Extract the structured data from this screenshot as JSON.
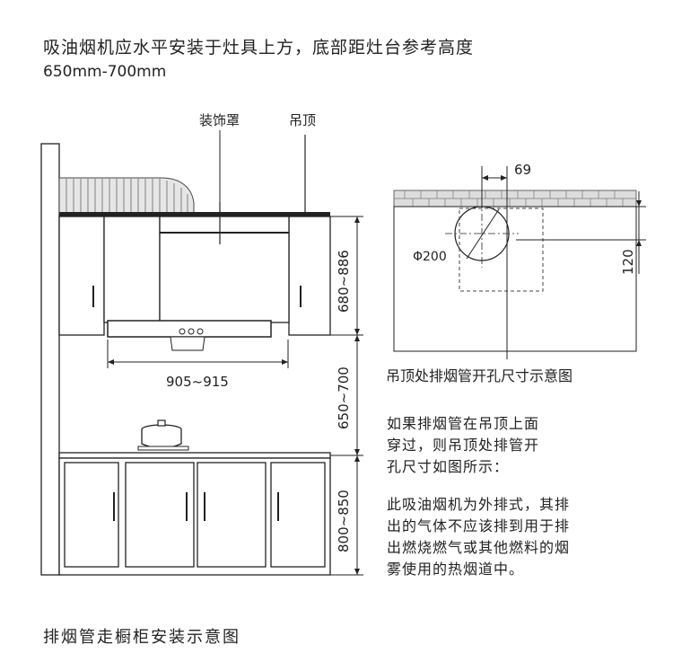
{
  "heading": {
    "line1": "吸油烟机应水平安装于灶具上方，底部距灶台参考高度",
    "line2": "650mm-700mm"
  },
  "labels": {
    "decorative_cover": "装饰罩",
    "ceiling": "吊顶",
    "hood_width": "905~915",
    "cabinet_height": "680~886",
    "hood_to_stove": "650~700",
    "counter_height": "800~850"
  },
  "hole_diagram": {
    "offset_top": "69",
    "diameter": "Φ200",
    "offset_side": "120",
    "caption": "吊顶处排烟管开孔尺寸示意图"
  },
  "notes": {
    "note1": [
      "如果排烟管在吊顶上面",
      "穿过，则吊顶处排管开",
      "孔尺寸如图所示："
    ],
    "note2": [
      "此吸油烟机为外排式，其排",
      "出的气体不应该排到用于排",
      "出燃烧燃气或其他燃料的烟",
      "雾使用的热烟道中。"
    ]
  },
  "footer": {
    "caption": "排烟管走橱柜安装示意图"
  }
}
